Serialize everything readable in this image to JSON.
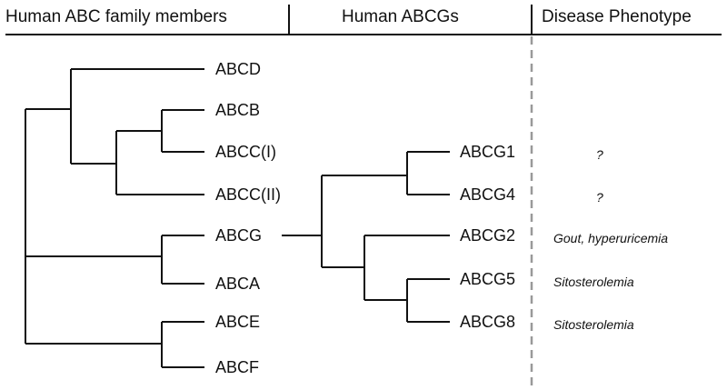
{
  "headers": {
    "family": "Human ABC family members",
    "abcg": "Human ABCGs",
    "phenotype": "Disease Phenotype"
  },
  "family_tree": {
    "leaves": [
      "ABCD",
      "ABCB",
      "ABCC(I)",
      "ABCC(II)",
      "ABCG",
      "ABCA",
      "ABCE",
      "ABCF"
    ]
  },
  "abcg_tree": {
    "leaves": [
      "ABCG1",
      "ABCG4",
      "ABCG2",
      "ABCG5",
      "ABCG8"
    ]
  },
  "phenotypes": [
    "?",
    "?",
    "Gout, hyperuricemia",
    "Sitosterolemia",
    "Sitosterolemia"
  ],
  "colors": {
    "line": "#111111",
    "divider": "#999999"
  }
}
